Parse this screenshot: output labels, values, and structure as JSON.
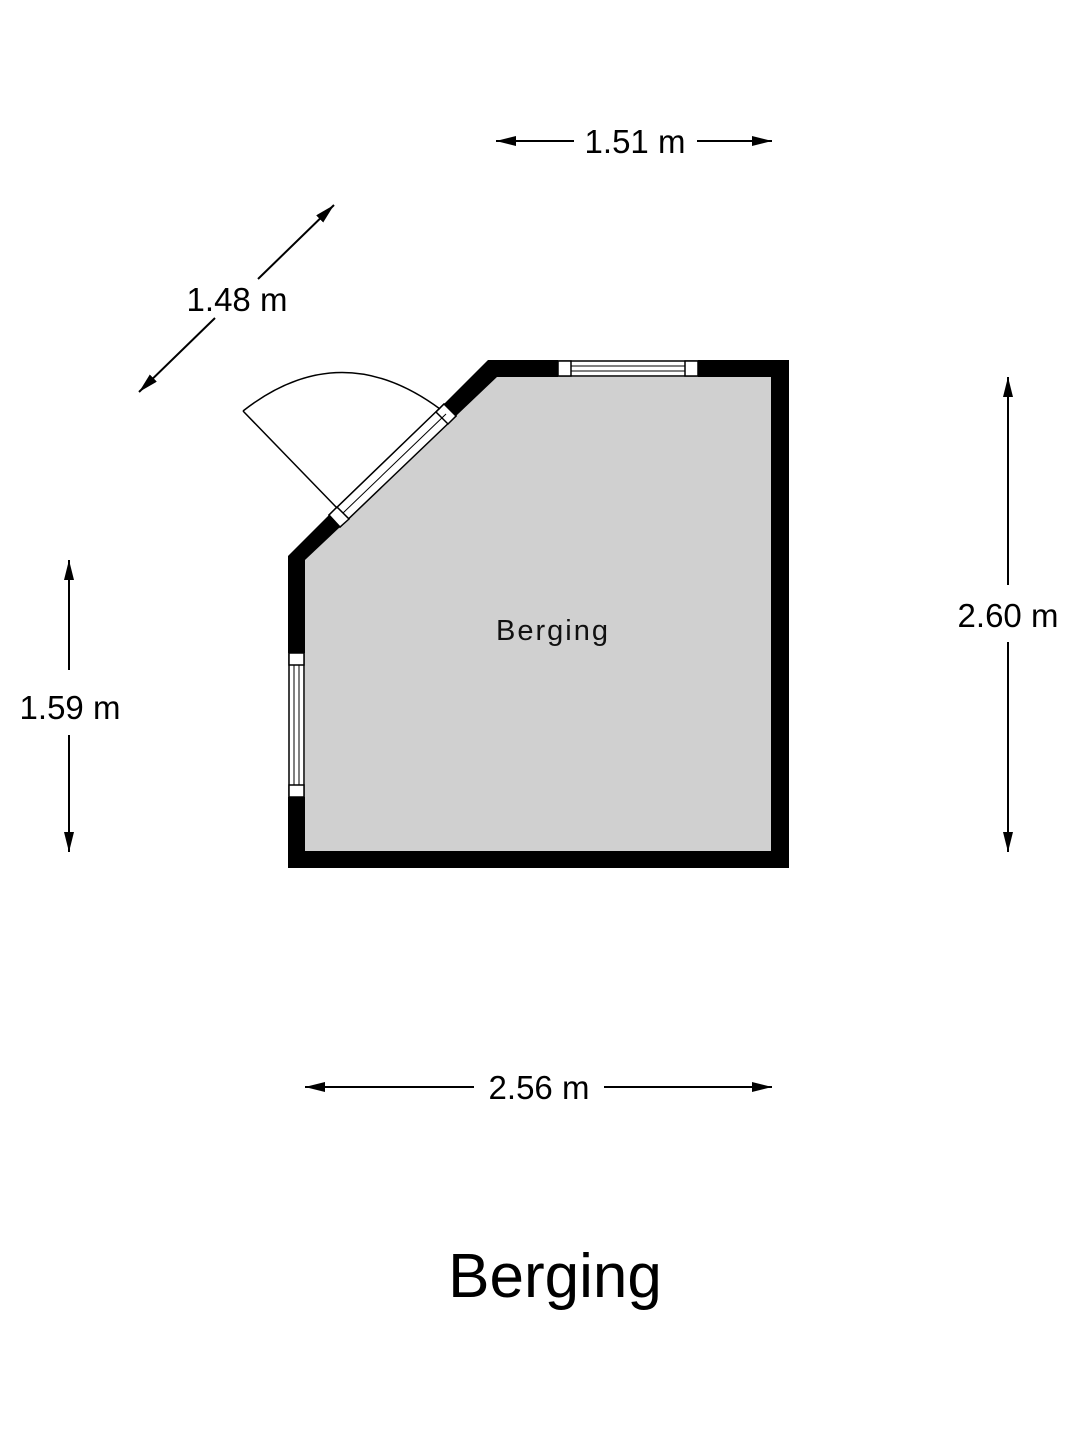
{
  "plan_title": "Berging",
  "room": {
    "label": "Berging",
    "floor_color": "#d0d0d0",
    "wall_color": "#000000"
  },
  "dimensions": {
    "top": "1.51 m",
    "diagonal": "1.48 m",
    "left": "1.59 m",
    "right": "2.60 m",
    "bottom": "2.56 m"
  },
  "icons": {
    "door": "door-swing-icon",
    "window": "window-icon"
  }
}
